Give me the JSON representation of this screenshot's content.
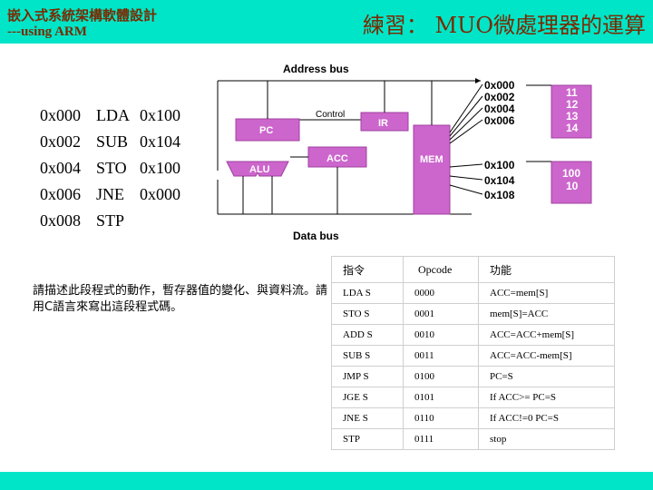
{
  "header": {
    "course_title": "嵌入式系統架構軟體設計",
    "course_subtitle": "---using ARM",
    "slide_title": "練習： MUO微處理器的運算"
  },
  "program": [
    {
      "addr": "0x000",
      "op": "LDA",
      "arg": "0x100"
    },
    {
      "addr": "0x002",
      "op": "SUB",
      "arg": "0x104"
    },
    {
      "addr": "0x004",
      "op": "STO",
      "arg": "0x100"
    },
    {
      "addr": "0x006",
      "op": "JNE",
      "arg": "0x000"
    },
    {
      "addr": "0x008",
      "op": "STP",
      "arg": ""
    }
  ],
  "question": "請描述此段程式的動作，暫存器值的變化、與資料流。請用C語言來寫出這段程式碼。",
  "diagram": {
    "address_bus": "Address bus",
    "data_bus": "Data bus",
    "control": "Control",
    "pc": "PC",
    "ir": "IR",
    "acc": "ACC",
    "alu": "ALU",
    "mem": "MEM",
    "mem_addresses_top": [
      "0x000",
      "0x002",
      "0x004",
      "0x006"
    ],
    "mem_addresses_bottom": [
      "0x100",
      "0x104",
      "0x108"
    ],
    "mem_values_top": [
      "11",
      "12",
      "13",
      "14"
    ],
    "mem_values_bottom": [
      "100",
      "10"
    ]
  },
  "opcode_table": {
    "headers": [
      "指令",
      "Opcode",
      "功能"
    ],
    "rows": [
      [
        "LDA S",
        "0000",
        "ACC=mem[S]"
      ],
      [
        "STO S",
        "0001",
        "mem[S]=ACC"
      ],
      [
        "ADD S",
        "0010",
        "ACC=ACC+mem[S]"
      ],
      [
        "SUB S",
        "0011",
        "ACC=ACC-mem[S]"
      ],
      [
        "JMP S",
        "0100",
        "PC=S"
      ],
      [
        "JGE S",
        "0101",
        "If ACC>= PC=S"
      ],
      [
        "JNE S",
        "0110",
        "If ACC!=0 PC=S"
      ],
      [
        "STP",
        "0111",
        "stop"
      ]
    ]
  },
  "colors": {
    "header_bg": "#00e5c8",
    "title_text": "#7a2a00",
    "box_fill": "#cc66cc",
    "box_text": "#ffffff"
  }
}
